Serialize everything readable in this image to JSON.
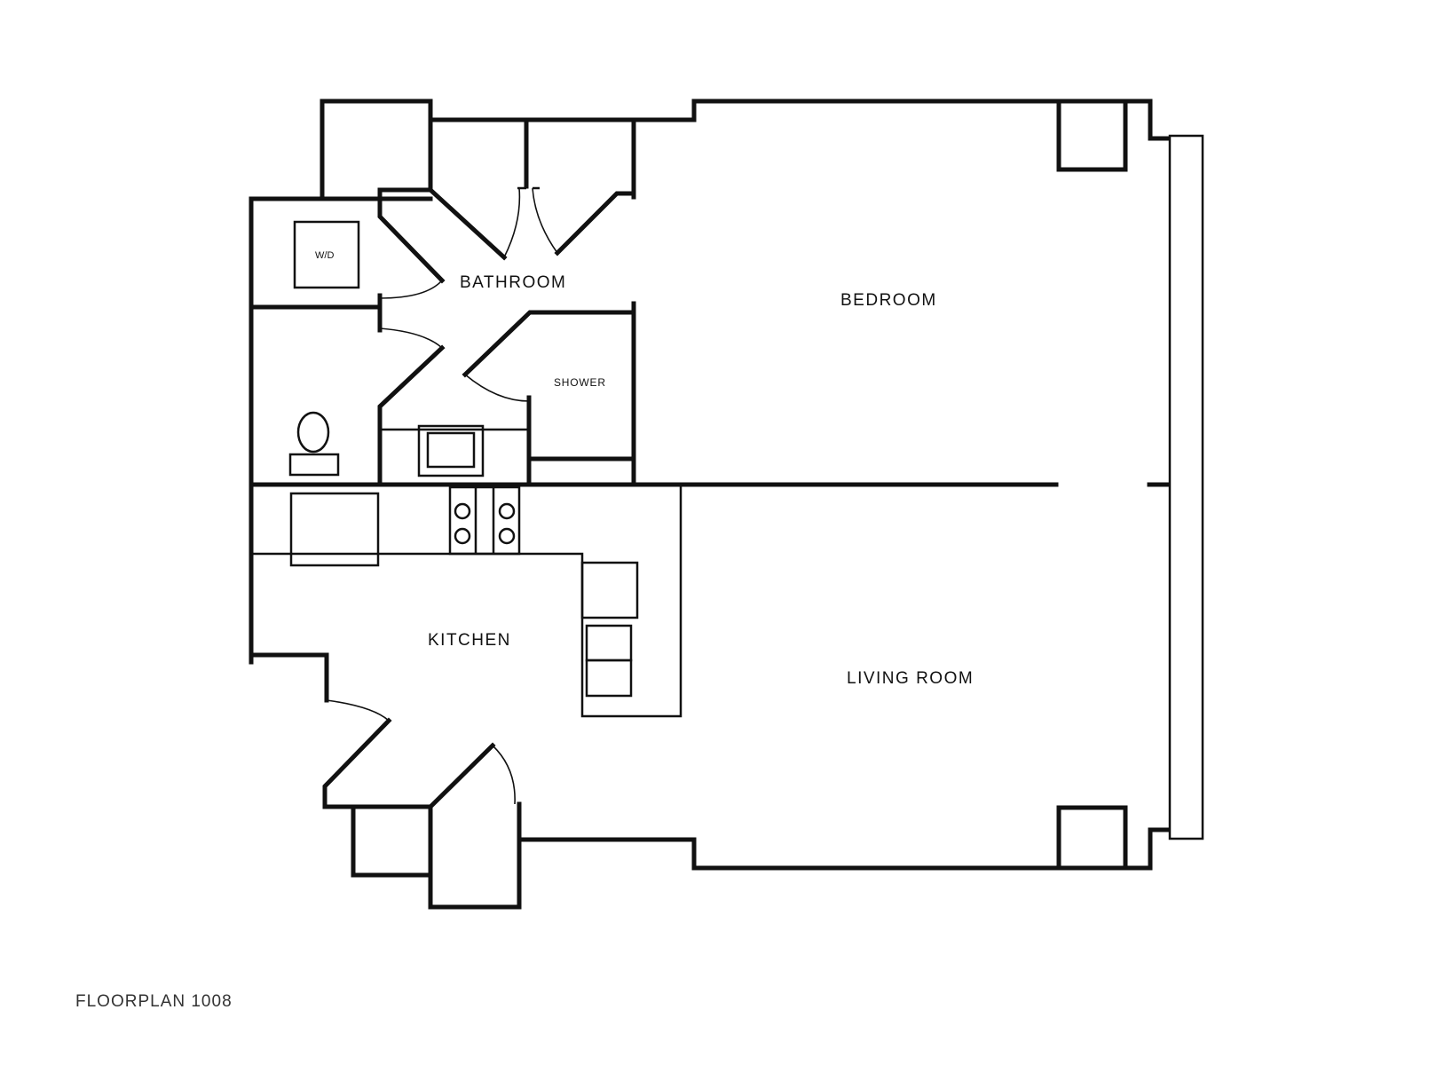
{
  "rooms": {
    "bathroom": "BATHROOM",
    "bedroom": "BEDROOM",
    "shower": "SHOWER",
    "washer_dryer": "W/D",
    "kitchen": "KITCHEN",
    "living_room": "LIVING ROOM"
  },
  "caption": "FLOORPLAN 1008",
  "colors": {
    "line": "#111111",
    "background": "#ffffff",
    "caption": "#333333"
  }
}
